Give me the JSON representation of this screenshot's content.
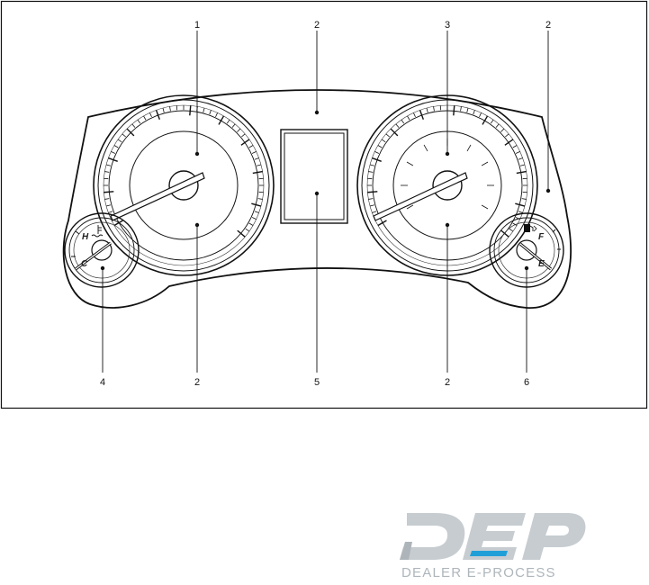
{
  "diagram": {
    "callouts": {
      "c1": "1",
      "c2_top_center": "2",
      "c3": "3",
      "c2_top_right": "2",
      "c4": "4",
      "c2_bottom_left": "2",
      "c5": "5",
      "c2_bottom_right": "2",
      "c6": "6"
    },
    "gauge_letters": {
      "temp_hot": "H",
      "temp_cold": "C",
      "fuel_full": "F",
      "fuel_empty": "E"
    },
    "temp_icon": "coolant-temperature-icon",
    "fuel_icon": "fuel-pump-icon"
  },
  "logo": {
    "letters": "DEP",
    "subtitle": "DEALER E-PROCESS",
    "colors": {
      "main": "#c6ccd0",
      "accent": "#1f9fd8",
      "shadow": "#aeb5ba"
    }
  }
}
